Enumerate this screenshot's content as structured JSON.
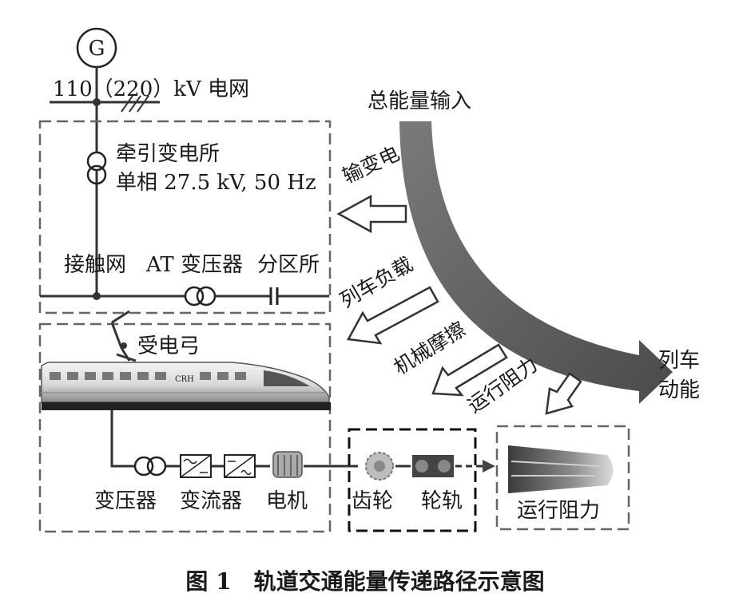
{
  "generator": {
    "symbol": "G"
  },
  "grid": {
    "label": "110（220）kV 电网"
  },
  "substation": {
    "name": "牵引变电所",
    "spec": "单相 27.5 kV, 50 Hz"
  },
  "catenary_row": {
    "contact": "接触网",
    "at": "AT 变压器",
    "section": "分区所"
  },
  "pantograph": {
    "label": "受电弓"
  },
  "train_logo": "CRH",
  "drive_chain": {
    "transformer": "变压器",
    "converter": "变流器",
    "motor": "电机"
  },
  "mechanical": {
    "gear": "齿轮",
    "rail": "轮轨"
  },
  "resistance_box": {
    "label": "运行阻力"
  },
  "energy_flow": {
    "input": "总能量输入",
    "transmission": "输变电",
    "train_load": "列车负载",
    "mech_friction": "机械摩擦",
    "run_resistance": "运行阻力",
    "output_line1": "列车",
    "output_line2": "动能"
  },
  "caption": "图 1　轨道交通能量传递路径示意图",
  "colors": {
    "arc": "#5a5a5a",
    "arrow_outline": "#333333",
    "dash": "#666666"
  }
}
